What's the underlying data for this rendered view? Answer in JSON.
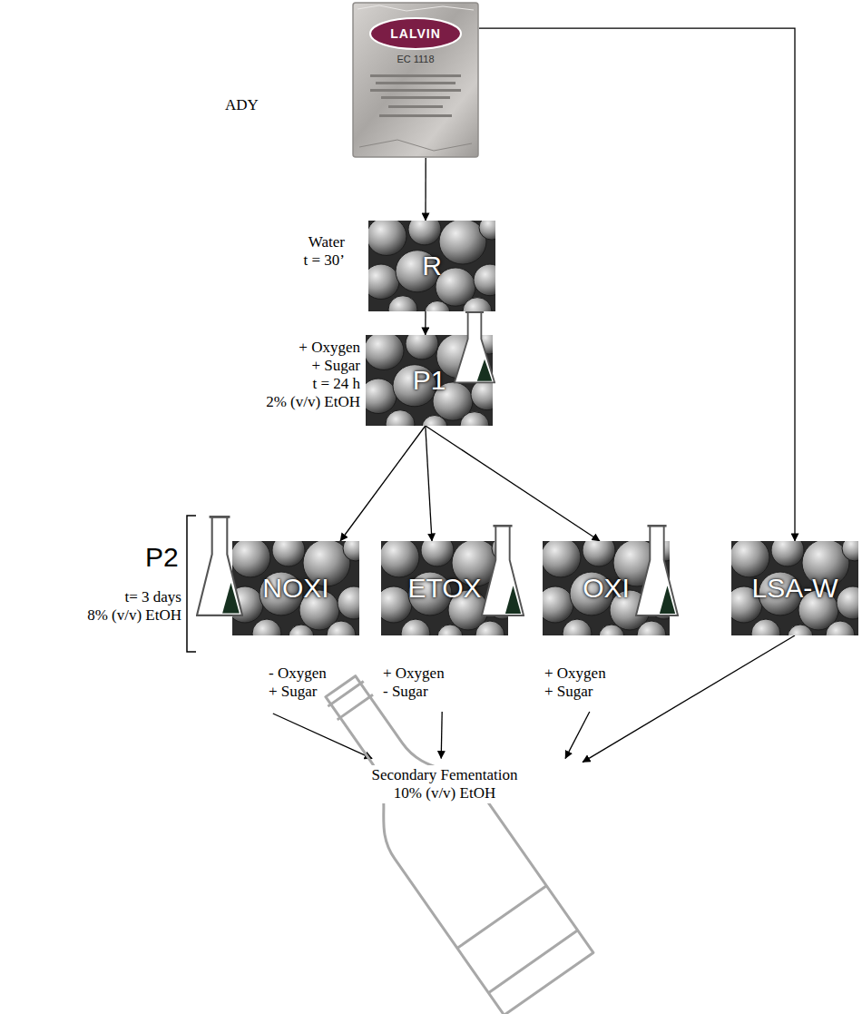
{
  "diagram": {
    "nodes": [
      {
        "text": [
          "ADY",
          "LALVIN",
          "EC 1118"
        ]
      },
      {
        "text": [
          "Water t = 30’",
          "R"
        ]
      },
      {
        "text": [
          "+ Oxygen + Sugar t = 24 h 2% (v/v) EtOH",
          "P1"
        ]
      },
      {
        "text": [
          "NOXI",
          "- Oxygen + Sugar"
        ]
      },
      {
        "text": [
          "ETOX",
          "+ Oxygen - Sugar"
        ]
      },
      {
        "text": [
          "OXI",
          "+ Oxygen + Sugar"
        ]
      },
      {
        "text": [
          "LSA-W"
        ]
      },
      {
        "text": [
          "Secondary Fementation 10% (v/v) EtOH"
        ]
      }
    ],
    "edges": [
      {
        "from": 0,
        "to": 1,
        "arrow": "to"
      },
      {
        "from": 1,
        "to": 2,
        "arrow": "to"
      },
      {
        "from": 2,
        "to": 3,
        "arrow": "to"
      },
      {
        "from": 2,
        "to": 4,
        "arrow": "to"
      },
      {
        "from": 2,
        "to": 5,
        "arrow": "to"
      },
      {
        "from": 0,
        "to": 6,
        "arrow": "to"
      },
      {
        "from": 3,
        "to": 7,
        "arrow": "to"
      },
      {
        "from": 4,
        "to": 7,
        "arrow": "to"
      },
      {
        "from": 5,
        "to": 7,
        "arrow": "to"
      },
      {
        "from": 6,
        "to": 7,
        "arrow": "to"
      }
    ],
    "labels": [
      "P2",
      "t= 3 days 8% (v/v) EtOH"
    ]
  }
}
